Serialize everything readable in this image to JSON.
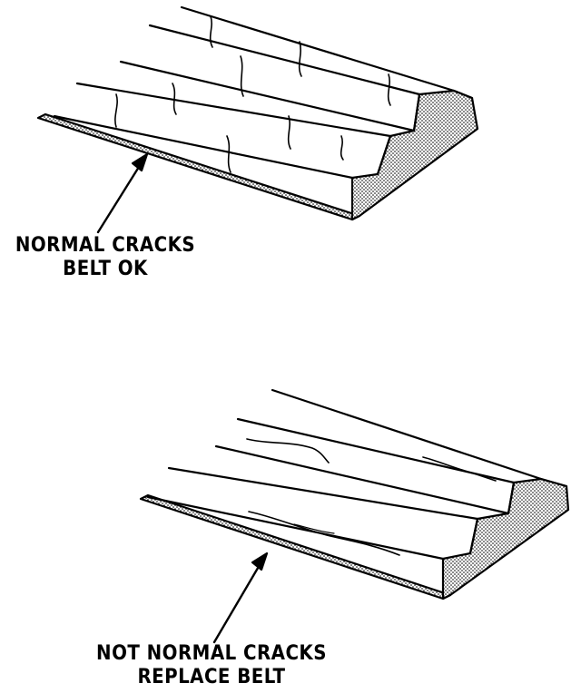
{
  "diagrams": [
    {
      "id": "normal",
      "caption_line1": "NORMAL CRACKS",
      "caption_line2": "BELT OK"
    },
    {
      "id": "not-normal",
      "caption_line1": "NOT NORMAL CRACKS",
      "caption_line2": "REPLACE BELT"
    }
  ],
  "colors": {
    "ink": "#000000",
    "paper": "#ffffff"
  }
}
